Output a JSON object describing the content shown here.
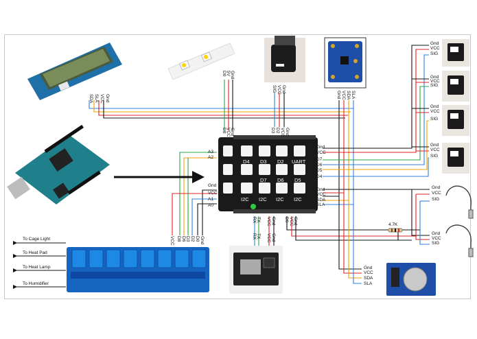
{
  "lcd": {
    "pins": [
      "SLA",
      "SDA",
      "VCC",
      "Gnd"
    ]
  },
  "led_strip": {
    "pins": [
      "D0",
      "5V",
      "Gnd"
    ]
  },
  "temp_sensor": {
    "pins": [
      "SIG",
      "VCC",
      "Gnd"
    ]
  },
  "light_sensor": {
    "pins": [
      "Gnd",
      "VCC",
      "SDA",
      "SLA"
    ]
  },
  "shield_top_pins": [
    "D8",
    "VCC",
    "Gnd",
    "D3",
    "D2",
    "VCC",
    "Gnd"
  ],
  "shield_left_pins": [
    "A3",
    "A2",
    "Gnd",
    "VCC",
    "A1",
    "A0"
  ],
  "shield_right_pins": [
    "Gnd",
    "VCC",
    "D7",
    "D6",
    "D5",
    "D4",
    "Gnd",
    "VCC",
    "SDA",
    "SLA"
  ],
  "shield_bottom_pins": [
    "RX",
    "TX",
    "VCC",
    "Gnd",
    "D9",
    "VCC",
    "Gnd"
  ],
  "relay_pins": [
    "VCC",
    "D8",
    "D6",
    "D3",
    "D2",
    "D0",
    "Gnd"
  ],
  "wifi_pins": [
    "RX",
    "TX",
    "VCC",
    "Gnd"
  ],
  "rtc_pins": [
    "Gnd",
    "VCC",
    "SDA",
    "SLA"
  ],
  "sensor_pins": [
    "Gnd",
    "VCC",
    "SIG"
  ],
  "resistor_label": "4.7K",
  "shield_slots": {
    "d4": "D4",
    "d3": "D3",
    "d2": "D2",
    "uart": "UART",
    "d7": "D7",
    "d6": "D6",
    "d5": "D5",
    "i2c1": "I2C",
    "i2c2": "I2C",
    "i2c3": "I2C",
    "i2c4": "I2C"
  },
  "outputs": [
    "To Cage Light",
    "To Heat Pad",
    "To Heat Lamp",
    "To Humidifier"
  ],
  "colors": {
    "black": "#111111",
    "red": "#e02020",
    "yellow": "#f0a000",
    "blue": "#2f7fe0",
    "green": "#28a745",
    "shield": "#1a1a1a",
    "uno": "#1f7f8a",
    "relay": "#1565c0"
  }
}
